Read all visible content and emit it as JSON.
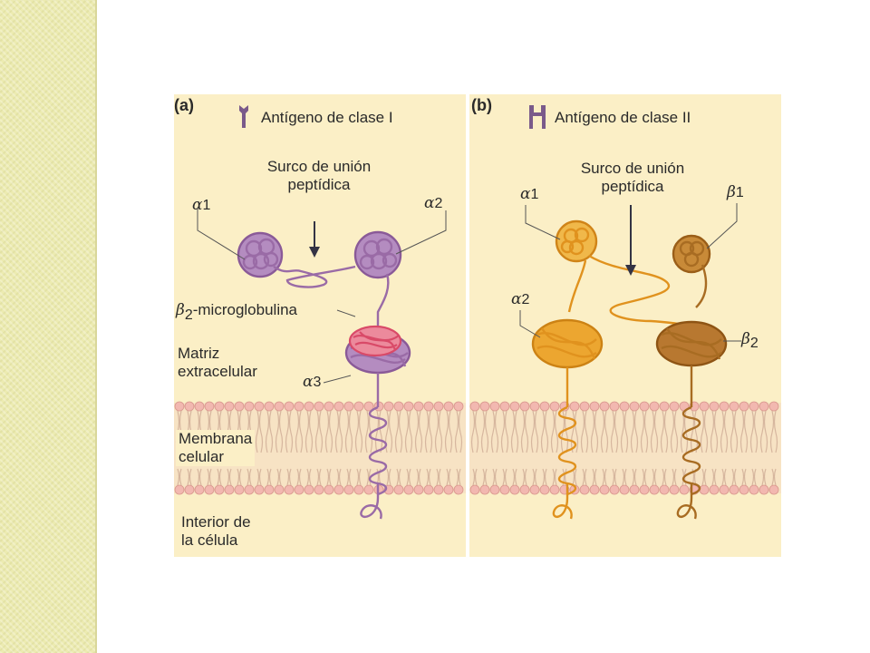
{
  "panel_a": {
    "letter": "(a)",
    "title": "Antígeno de clase I",
    "groove_line1": "Surco de unión",
    "groove_line2": "peptídica",
    "alpha1": {
      "sym": "α",
      "num": "1"
    },
    "alpha2": {
      "sym": "α",
      "num": "2"
    },
    "alpha3": {
      "sym": "α",
      "num": "3"
    },
    "beta2m": {
      "sym": "β",
      "num": "2",
      "text": "-microglobulina"
    },
    "matrix_line1": "Matriz",
    "matrix_line2": "extracelular",
    "membrane_line1": "Membrana",
    "membrane_line2": "celular",
    "interior_line1": "Interior de",
    "interior_line2": "la célula"
  },
  "panel_b": {
    "letter": "(b)",
    "title": "Antígeno de clase II",
    "groove_line1": "Surco de unión",
    "groove_line2": "peptídica",
    "alpha1": {
      "sym": "α",
      "num": "1"
    },
    "beta1": {
      "sym": "β",
      "num": "1"
    },
    "alpha2": {
      "sym": "α",
      "num": "2"
    },
    "beta2": {
      "sym": "β",
      "num": "2"
    }
  },
  "colors": {
    "panel_bg": "#fbefc6",
    "class1_chain": "#9a6ba6",
    "class1_b2m": "#e0607a",
    "class2_alpha": "#e8a22a",
    "class2_beta": "#b8782a",
    "lipid_head": "#f2b8b0",
    "side_strip": "#ecebb1"
  }
}
